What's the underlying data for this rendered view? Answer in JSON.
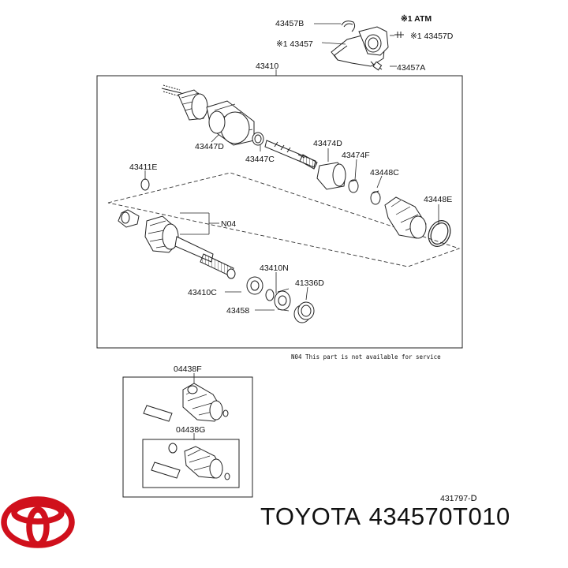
{
  "labels": {
    "p43457B": "43457B",
    "p43457_star": "※1 43457",
    "atm": "※1 ATM",
    "p43457D": "※1 43457D",
    "p43457A": "43457A",
    "p43410": "43410",
    "p43447D": "43447D",
    "p43447C": "43447C",
    "p43474D": "43474D",
    "p43474F": "43474F",
    "p43448C": "43448C",
    "p43448E": "43448E",
    "p43411E": "43411E",
    "n04": "N04",
    "p43410N": "43410N",
    "p41336D": "41336D",
    "p43410C": "43410C",
    "p43458": "43458",
    "p04438F": "04438F",
    "p04438G": "04438G",
    "ref": "431797-Ⅾ"
  },
  "note": "N04 This part is not available for service",
  "brand": {
    "name": "TOYOTA",
    "part_number": "434570T010",
    "logo_color": "#d0101c"
  }
}
